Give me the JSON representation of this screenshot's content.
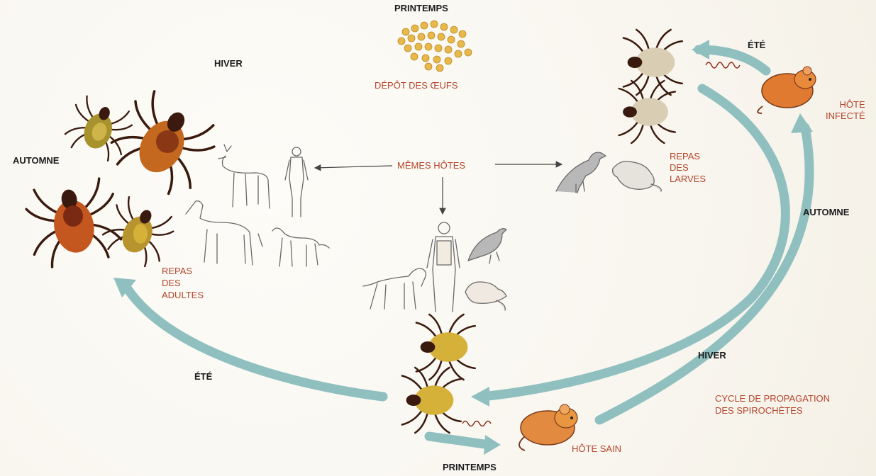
{
  "labels": {
    "printemps_top": "PRINTEMPS",
    "depot_oeufs": "DÉPÔT DES ŒUFS",
    "hiver_top": "HIVER",
    "automne_left": "AUTOMNE",
    "memes_hotes": "MÊMES HÔTES",
    "repas_adultes": [
      "REPAS",
      "DES",
      "ADULTES"
    ],
    "ete_left": "ÉTÉ",
    "ete_right": "ÉTÉ",
    "hote_infecte": [
      "HÔTE",
      "INFECTÉ"
    ],
    "repas_larves": [
      "REPAS",
      "DES",
      "LARVES"
    ],
    "automne_right": "AUTOMNE",
    "hiver_right": "HIVER",
    "cycle": [
      "CYCLE DE PROPAGATION",
      "DES SPIROCHÈTES"
    ],
    "hote_sain": "HÔTE SAIN",
    "printemps_bottom": "PRINTEMPS"
  },
  "colors": {
    "arrow": "#8fc0bf",
    "label_red": "#b4452c",
    "label_dark": "#1c1c1c",
    "tick_orange": "#c4671f",
    "tick_dark": "#4a2112",
    "nymph_yellow": "#d6b13a",
    "egg": "#e8b84a",
    "mouse": "#e08a3c"
  },
  "icons": [
    "deer-icon",
    "human-icon",
    "horse-icon",
    "dog-icon",
    "bird-icon",
    "mouse-icon",
    "tick-icon",
    "spirochete-icon",
    "egg-cluster-icon"
  ]
}
